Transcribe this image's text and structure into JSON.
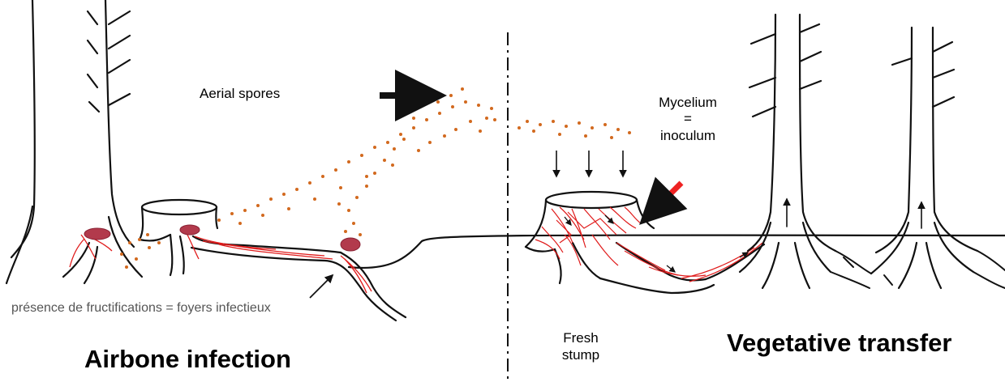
{
  "labels": {
    "aerial_spores": "Aerial spores",
    "mycelium_lines": [
      "Mycelium",
      "=",
      "inoculum"
    ],
    "presence": "présence de fructifications = foyers infectieux",
    "fresh_stump_lines": [
      "Fresh",
      "stump"
    ],
    "airbone_infection": "Airbone infection",
    "vegetative_transfer": "Vegetative transfer"
  },
  "colors": {
    "line": "#111111",
    "mycelium": "#e01b1b",
    "fruiting_body": "#b23a4c",
    "spore": "#d2691e",
    "pointer_arrow": "#ee2222"
  }
}
